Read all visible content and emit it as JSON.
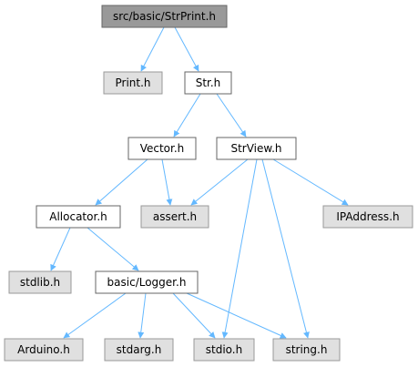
{
  "colors": {
    "edge": "#63b8ff",
    "node_root_fill": "#999999",
    "node_root_border": "#666666",
    "node_internal_fill": "#ffffff",
    "node_internal_border": "#666666",
    "node_external_fill": "#e0e0e0",
    "node_external_border": "#999999"
  },
  "nodes": [
    {
      "id": "strprint",
      "label": "src/basic/StrPrint.h",
      "kind": "root"
    },
    {
      "id": "print",
      "label": "Print.h",
      "kind": "external"
    },
    {
      "id": "str",
      "label": "Str.h",
      "kind": "internal"
    },
    {
      "id": "vector",
      "label": "Vector.h",
      "kind": "internal"
    },
    {
      "id": "strview",
      "label": "StrView.h",
      "kind": "internal"
    },
    {
      "id": "allocator",
      "label": "Allocator.h",
      "kind": "internal"
    },
    {
      "id": "assert",
      "label": "assert.h",
      "kind": "external"
    },
    {
      "id": "ipaddress",
      "label": "IPAddress.h",
      "kind": "external"
    },
    {
      "id": "stdlib",
      "label": "stdlib.h",
      "kind": "external"
    },
    {
      "id": "logger",
      "label": "basic/Logger.h",
      "kind": "internal"
    },
    {
      "id": "arduino",
      "label": "Arduino.h",
      "kind": "external"
    },
    {
      "id": "stdarg",
      "label": "stdarg.h",
      "kind": "external"
    },
    {
      "id": "stdio",
      "label": "stdio.h",
      "kind": "external"
    },
    {
      "id": "string",
      "label": "string.h",
      "kind": "external"
    }
  ],
  "edges": [
    [
      "strprint",
      "print"
    ],
    [
      "strprint",
      "str"
    ],
    [
      "str",
      "vector"
    ],
    [
      "str",
      "strview"
    ],
    [
      "vector",
      "allocator"
    ],
    [
      "vector",
      "assert"
    ],
    [
      "strview",
      "assert"
    ],
    [
      "strview",
      "ipaddress"
    ],
    [
      "strview",
      "stdio"
    ],
    [
      "strview",
      "string"
    ],
    [
      "allocator",
      "stdlib"
    ],
    [
      "allocator",
      "logger"
    ],
    [
      "logger",
      "arduino"
    ],
    [
      "logger",
      "stdarg"
    ],
    [
      "logger",
      "stdio"
    ],
    [
      "logger",
      "string"
    ]
  ]
}
